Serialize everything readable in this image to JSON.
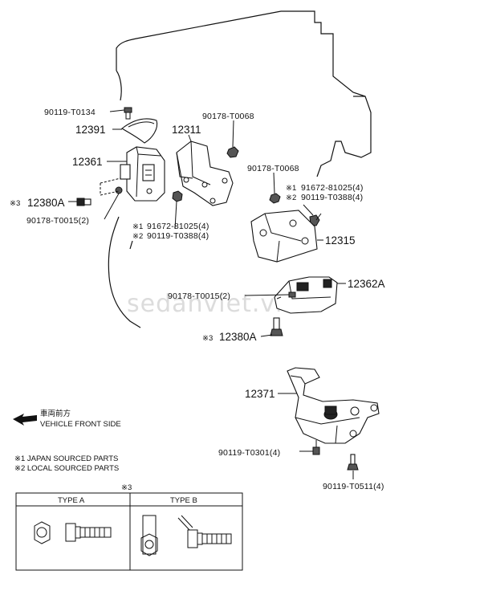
{
  "watermark": "sedanviet.vn",
  "labels": {
    "bolt_top": "90119-T0134",
    "p12391": "12391",
    "p12361": "12361",
    "p12380a_left_mark": "※3",
    "p12380a_left": "12380A",
    "nut_left": "90178-T0015(2)",
    "p12311": "12311",
    "nut_t0068_a": "90178-T0068",
    "bolt_left_jp_mark": "※1",
    "bolt_left_jp": "91672-81025(4)",
    "bolt_left_local_mark": "※2",
    "bolt_left_local": "90119-T0388(4)",
    "nut_t0068_b": "90178-T0068",
    "bolt_right_jp_mark": "※1",
    "bolt_right_jp": "91672-81025(4)",
    "bolt_right_local_mark": "※2",
    "bolt_right_local": "90119-T0388(4)",
    "p12315": "12315",
    "nut_mid": "90178-T0015(2)",
    "p12362a": "12362A",
    "p12380a_mid_mark": "※3",
    "p12380a_mid": "12380A",
    "p12371": "12371",
    "bolt_t0301": "90119-T0301(4)",
    "bolt_t0511": "90119-T0511(4)"
  },
  "legend": {
    "front_jp": "車両前方",
    "front_en": "VEHICLE FRONT SIDE",
    "note1": "※1 JAPAN SOURCED PARTS",
    "note2": "※2 LOCAL SOURCED PARTS"
  },
  "table": {
    "marker": "※3",
    "type_a": "TYPE A",
    "type_b": "TYPE B"
  }
}
